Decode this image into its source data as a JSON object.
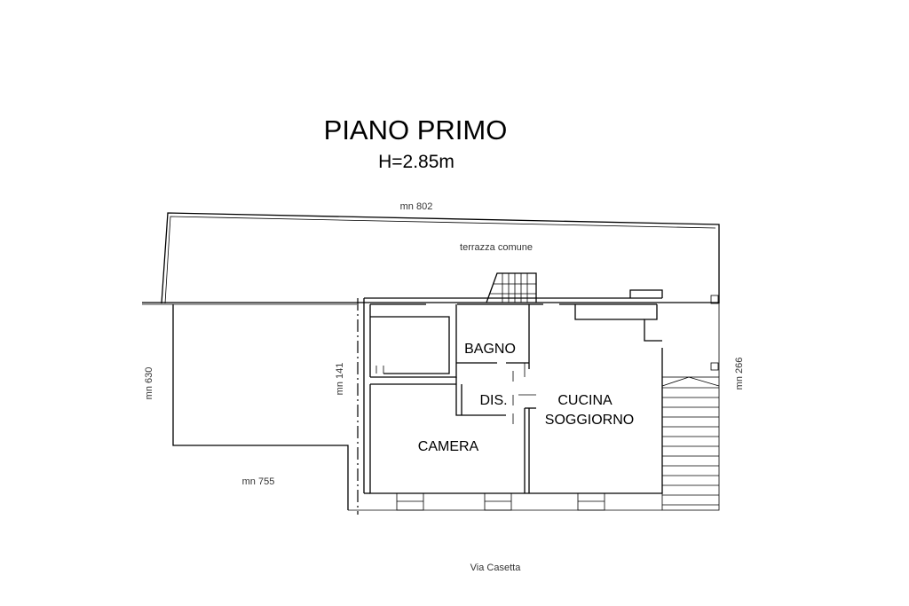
{
  "title": "PIANO PRIMO",
  "height": "H=2.85m",
  "rooms": {
    "bagno": "BAGNO",
    "dis": "DIS.",
    "cucina": "CUCINA",
    "soggiorno": "SOGGIORNO",
    "camera": "CAMERA"
  },
  "labels": {
    "terrace": "terrazza comune",
    "street": "Via Casetta"
  },
  "dimensions": {
    "top": "mn 802",
    "left": "mn 630",
    "inner": "mn 141",
    "right": "mn 266",
    "bottom": "mn 755"
  }
}
